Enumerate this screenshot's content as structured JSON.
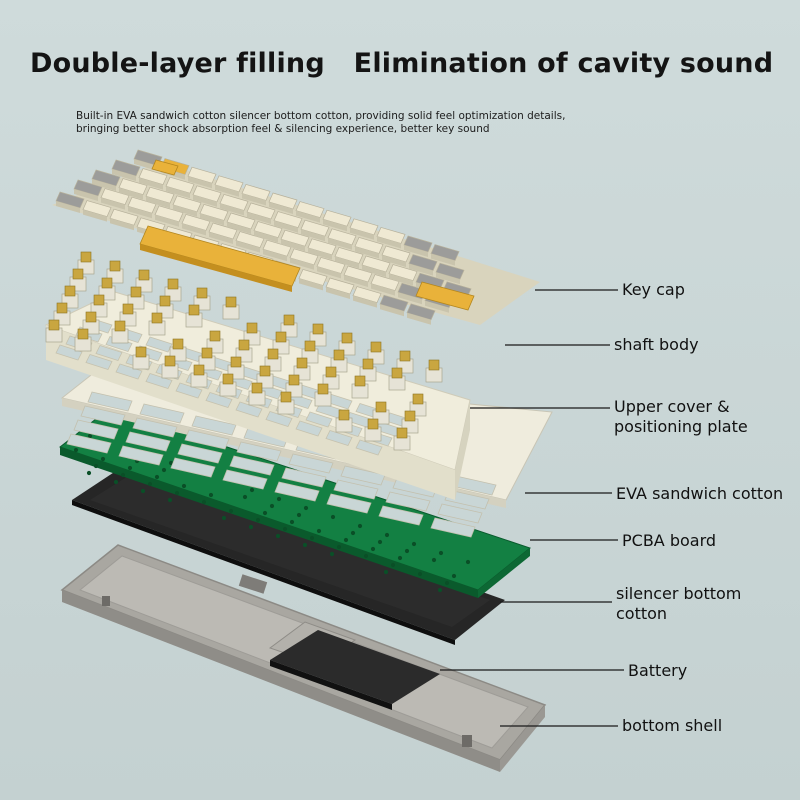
{
  "header": {
    "title": "Double-layer filling   Elimination of cavity sound",
    "subtitle_line1": "Built-in EVA sandwich cotton silencer bottom cotton, providing solid feel optimization details,",
    "subtitle_line2": "bringing better shock absorption feel & silencing experience, better key sound"
  },
  "labels": {
    "key_cap": "Key cap",
    "shaft_body": "shaft body",
    "upper_cover_1": "Upper cover &",
    "upper_cover_2": "positioning plate",
    "eva": "EVA sandwich cotton",
    "pcba": "PCBA board",
    "silencer_1": "silencer bottom",
    "silencer_2": "cotton",
    "battery": "Battery",
    "bottom_shell": "bottom shell"
  },
  "colors": {
    "background": "#c9d6d6",
    "keycap_cream": "#efe9d3",
    "keycap_gray": "#9c9c9a",
    "keycap_yellow": "#e9b23a",
    "plate_cream": "#eeecdc",
    "pcb_green": "#0f7a3c",
    "foam_black": "#202020",
    "shell_gray": "#a9a7a1",
    "switch_gold": "#c9a640"
  }
}
